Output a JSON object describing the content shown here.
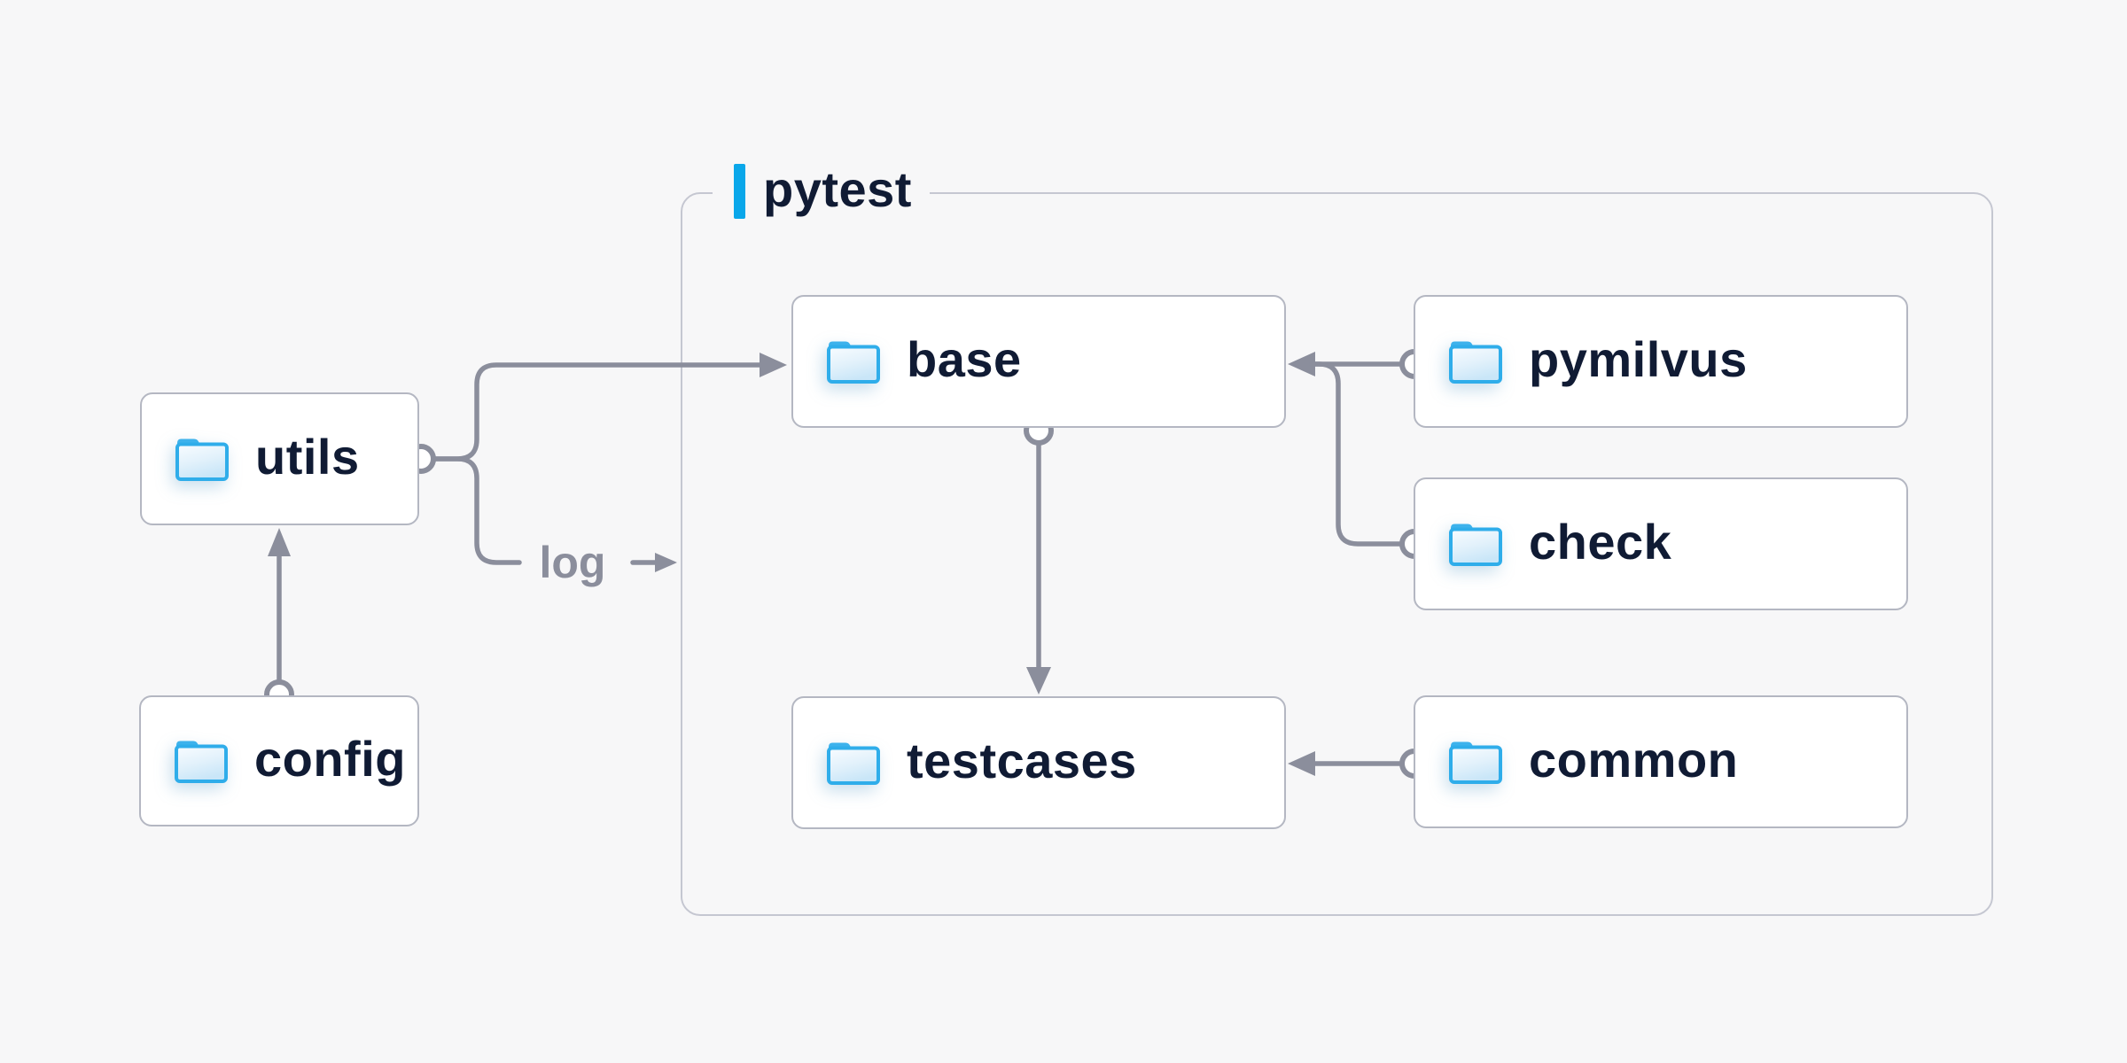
{
  "diagram": {
    "title": "pytest",
    "log_label": "log",
    "nodes": {
      "utils": {
        "label": "utils",
        "icon": "folder-icon"
      },
      "config": {
        "label": "config",
        "icon": "folder-icon"
      },
      "base": {
        "label": "base",
        "icon": "folder-icon"
      },
      "pymilvus": {
        "label": "pymilvus",
        "icon": "folder-icon"
      },
      "check": {
        "label": "check",
        "icon": "folder-icon"
      },
      "testcases": {
        "label": "testcases",
        "icon": "folder-icon"
      },
      "common": {
        "label": "common",
        "icon": "folder-icon"
      }
    },
    "edges": [
      {
        "from": "config",
        "to": "utils",
        "style": "arrow"
      },
      {
        "from": "utils",
        "to": "base",
        "style": "arrow"
      },
      {
        "from": "utils",
        "to": "log",
        "style": "arrow"
      },
      {
        "from": "pymilvus",
        "to": "base",
        "style": "arrow"
      },
      {
        "from": "check",
        "to": "base",
        "style": "line-join"
      },
      {
        "from": "base",
        "to": "testcases",
        "style": "arrow"
      },
      {
        "from": "common",
        "to": "testcases",
        "style": "arrow"
      }
    ],
    "colors": {
      "background": "#f7f7f8",
      "accent_blue": "#0aa7ea",
      "folder_blue": "#2fadea",
      "connector_gray": "#8b8e9c",
      "text_navy": "#101b34",
      "box_border": "#b4b7c2",
      "container_border": "#c5c7d1"
    }
  }
}
